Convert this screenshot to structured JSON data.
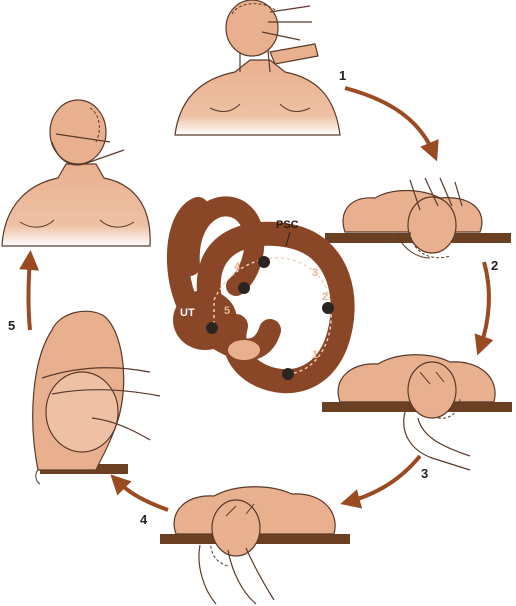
{
  "labels": {
    "utricle": "UT",
    "posterior_canal": "PSC",
    "step_1": "1",
    "step_2": "2",
    "step_3": "3",
    "step_4": "4",
    "step_5": "5",
    "inner_1": "1",
    "inner_2": "2",
    "inner_3": "3",
    "inner_4": "4",
    "inner_5": "5"
  },
  "colors": {
    "skin": "#e9b08f",
    "skin_dark": "#c98762",
    "labyrinth": "#8a4727",
    "labyrinth_light": "#b7653d",
    "arrow": "#9a4b22",
    "table": "#6b3f22",
    "outline": "#5a3a2a",
    "otolith": "#2b2421"
  }
}
